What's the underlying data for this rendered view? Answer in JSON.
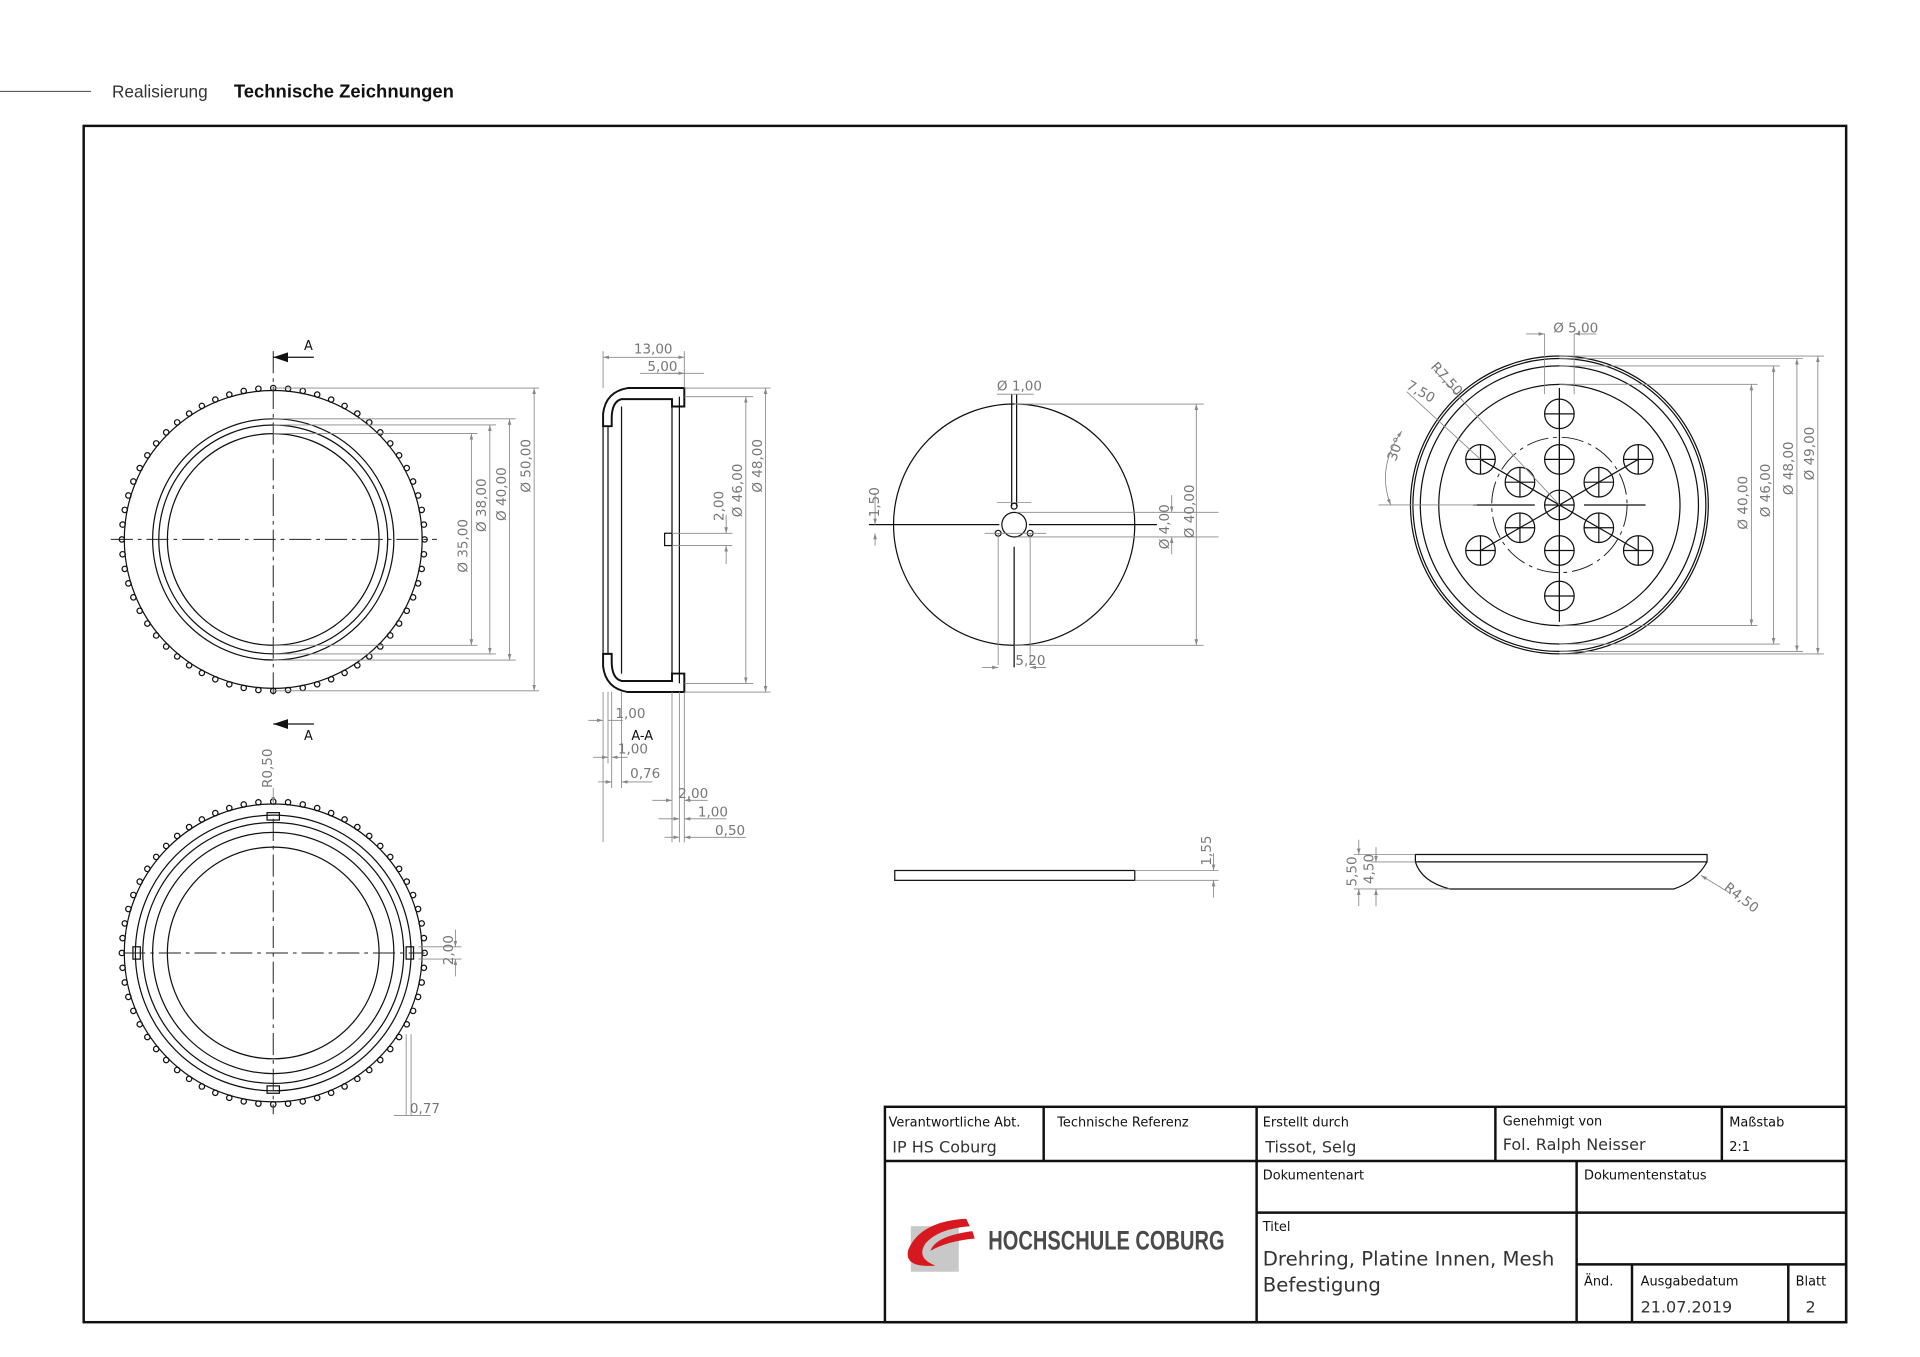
{
  "header": {
    "section": "Realisierung",
    "title": "Technische Zeichnungen"
  },
  "section_marker": "A",
  "section_label": "A-A",
  "dimensions": {
    "ring_front": {
      "d35": "Ø 35,00",
      "d38": "Ø 38,00",
      "d40": "Ø 40,00",
      "d50": "Ø 50,00"
    },
    "ring_back": {
      "r050": "R0,50",
      "w200": "2,00",
      "k077": "0,77"
    },
    "section": {
      "l1300": "13,00",
      "l500": "5,00",
      "d46": "Ø 46,00",
      "d48": "Ø 48,00",
      "h200": "2,00",
      "a100": "1,00",
      "b100": "1,00",
      "c076": "0,76",
      "d200": "2,00",
      "e100": "1,00",
      "f050": "0,50"
    },
    "platine": {
      "d100": "Ø 1,00",
      "h150": "1,50",
      "d400": "Ø 4,00",
      "d4000": "Ø 40,00",
      "w520": "5,20",
      "t155": "1,55"
    },
    "mesh": {
      "d500": "Ø 5,00",
      "r750": "R7,50",
      "l750": "7,50",
      "a30": "30°",
      "d40": "Ø 40,00",
      "d46": "Ø 46,00",
      "d48": "Ø 48,00",
      "d49": "Ø 49,00",
      "h550": "5,50",
      "h450": "4,50",
      "r450": "R4,50"
    }
  },
  "title_block": {
    "dept_label": "Verantwortliche Abt.",
    "dept_value": "IP HS Coburg",
    "ref_label": "Technische Referenz",
    "author_label": "Erstellt durch",
    "author_value": "Tissot, Selg",
    "approved_label": "Genehmigt von",
    "approved_value": "Fol. Ralph Neisser",
    "scale_label": "Maßstab",
    "scale_value": "2:1",
    "logo_text": "HOCHSCHULE COBURG",
    "doctype_label": "Dokumentenart",
    "docstatus_label": "Dokumentenstatus",
    "title_label": "Titel",
    "title_line1": "Drehring, Platine Innen, Mesh",
    "title_line2": "Befestigung",
    "rev_label": "Änd.",
    "date_label": "Ausgabedatum",
    "date_value": "21.07.2019",
    "sheet_label": "Blatt",
    "sheet_value": "2"
  },
  "colors": {
    "logo_red": "#d7191f",
    "logo_gray": "#c8c8c8",
    "logo_text": "#4a4a4a"
  }
}
